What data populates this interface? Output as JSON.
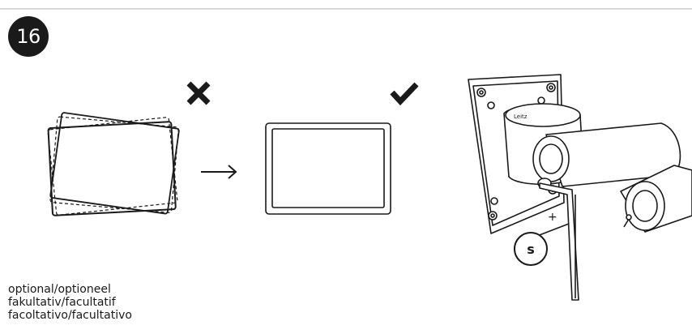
{
  "step": {
    "number": "16"
  },
  "icons": {
    "wrong": "close-x-icon",
    "right": "checkmark-icon",
    "arrow": "right-arrow-icon"
  },
  "callout": {
    "label": "s"
  },
  "note": {
    "lines": [
      "optional/optioneel",
      "fakultativ/facultatif",
      "facoltativo/facultativo"
    ]
  },
  "colors": {
    "ink": "#1a1a1a",
    "rule": "#d9d9d9"
  }
}
